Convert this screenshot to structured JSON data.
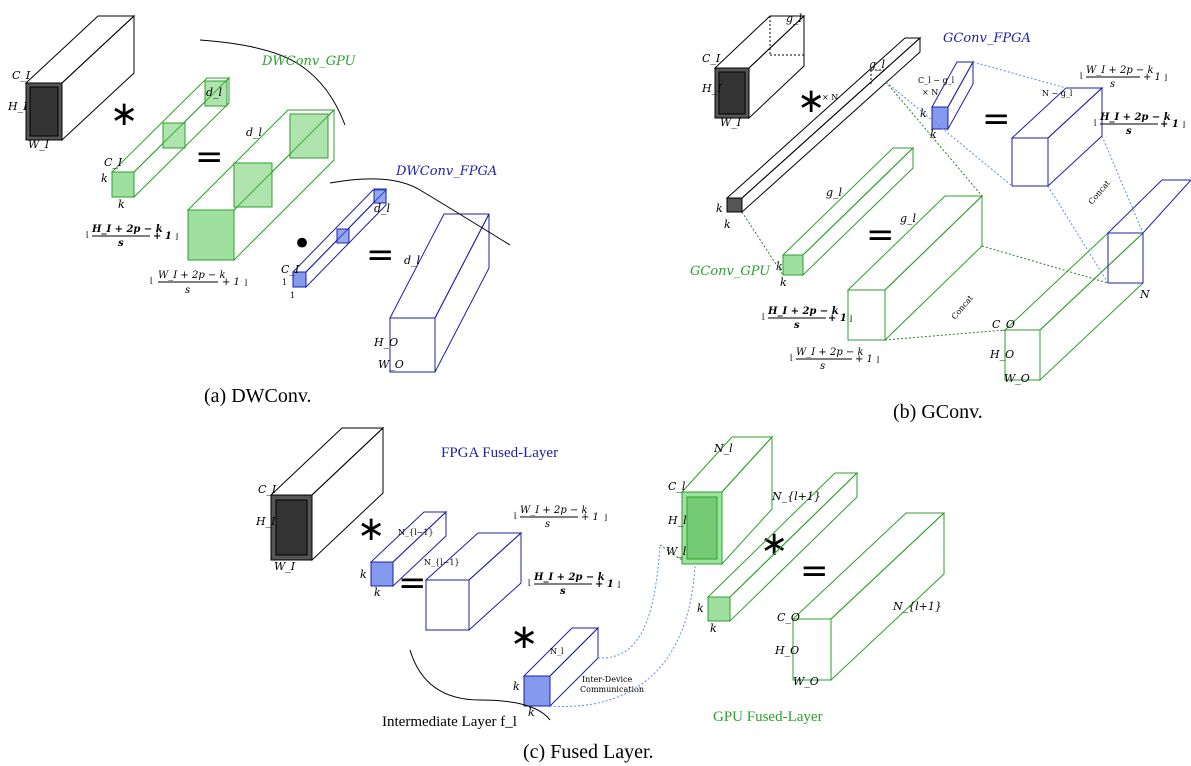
{
  "colors": {
    "black": "#000000",
    "green": "#2ca02c",
    "green_fill": "#5fc95f",
    "blue": "#1f1fa8",
    "blue_fill": "#4f6fe8",
    "dark_fill": "#555555",
    "link_blue": "#5b8fe0",
    "link_green": "#2e7d2e"
  },
  "captions": {
    "a": "(a) DWConv.",
    "b": "(b) GConv.",
    "c": "(c) Fused Layer."
  },
  "panel_a": {
    "title_gpu": "DWConv_GPU",
    "title_fpga": "DWConv_FPGA",
    "c_i": "C_I",
    "h_i": "H_I",
    "w_i": "W_I",
    "d_l": "d_l",
    "k": "k",
    "one": "1",
    "h_o": "H_O",
    "w_o": "W_O",
    "h_expr": "H_I + 2p − k",
    "w_expr": "W_I + 2p − k",
    "denom": "s",
    "plus_one": "+ 1"
  },
  "panel_b": {
    "title_fpga": "GConv_FPGA",
    "title_gpu": "GConv_GPU",
    "g_l": "g_l",
    "times_n": "× N",
    "cl_minus_gl": "C_l − g_l",
    "n_minus_gl": "N − g_l",
    "concat": "Concat",
    "n": "N",
    "c_o": "C_O",
    "h_o": "H_O",
    "w_o": "W_O",
    "c_i": "C_I",
    "h_i": "H_I",
    "w_i": "W_I",
    "k": "k"
  },
  "panel_c": {
    "fpga_title": "FPGA Fused-Layer",
    "gpu_title": "GPU Fused-Layer",
    "intermediate": "Intermediate Layer f_l",
    "comm_line1": "Inter-Device",
    "comm_line2": "Communication",
    "n_l_minus_1": "N_{l−1}",
    "n_l": "N_l",
    "n_l_plus_1": "N_{l+1}",
    "c_l": "C_l",
    "h_l": "H_l",
    "w_l": "W_l",
    "c_i": "C_I",
    "h_i": "H_I",
    "w_i": "W_I",
    "c_o": "C_O",
    "h_o": "H_O",
    "w_o": "W_O",
    "k": "k"
  },
  "ops": {
    "conv": "∗",
    "eq": "=",
    "dot": "•"
  }
}
